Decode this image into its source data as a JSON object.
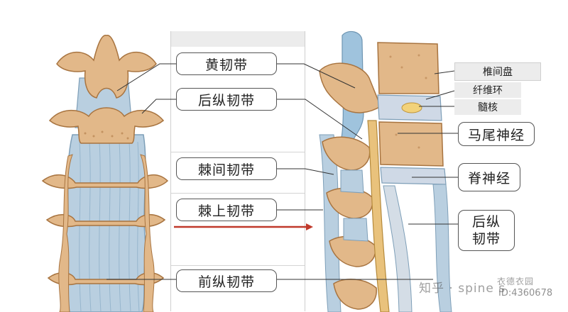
{
  "labels": {
    "ligamentum_flavum": "黄韧带",
    "posterior_longitudinal": "后纵韧带",
    "interspinous": "棘间韧带",
    "supraspinous": "棘上韧带",
    "anterior_longitudinal": "前纵韧带",
    "disc": "椎间盘",
    "annulus": "纤维环",
    "nucleus": "髓核",
    "cauda_equina": "马尾神经",
    "spinal_nerve": "脊神经",
    "posterior_longitudinal_right_line1": "后纵",
    "posterior_longitudinal_right_line2": "韧带"
  },
  "watermark": {
    "text": "知乎 · spine",
    "suffix": "s",
    "brand": "衣德衣园",
    "id": "ID:4360678"
  },
  "colors": {
    "bone": "#e2b889",
    "bone_dark": "#b7824f",
    "ligament_blue": "#b9cfe0",
    "ligament_blue_dark": "#8fb0c9",
    "arrow_red": "#c0392b"
  }
}
